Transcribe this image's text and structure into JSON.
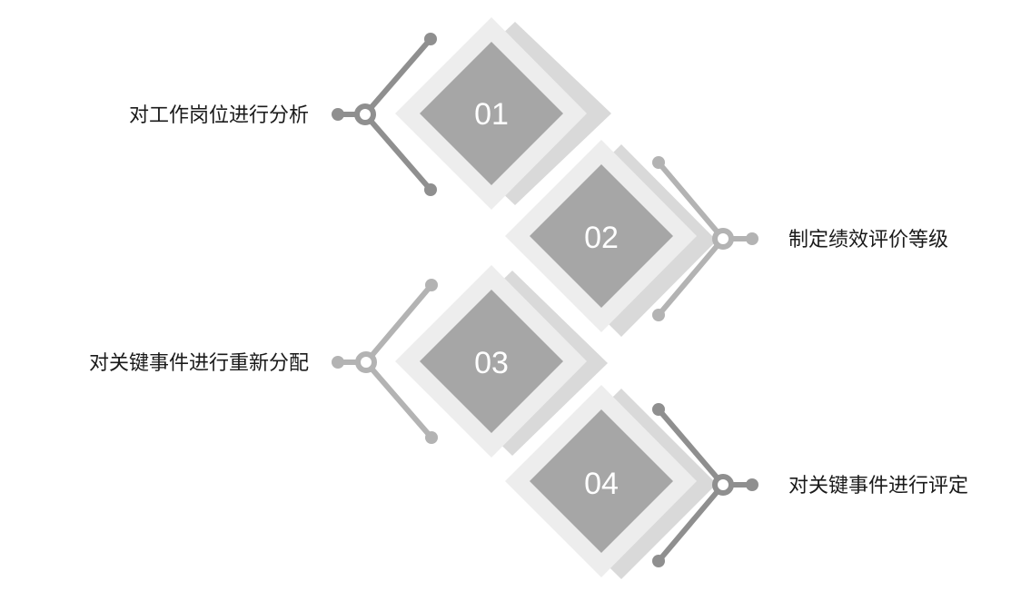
{
  "steps": [
    {
      "number": "01",
      "label": "对工作岗位进行分析",
      "connector_color": "#8f8f8f"
    },
    {
      "number": "02",
      "label": "制定绩效评价等级",
      "connector_color": "#b3b3b3"
    },
    {
      "number": "03",
      "label": "对关键事件进行重新分配",
      "connector_color": "#b3b3b3"
    },
    {
      "number": "04",
      "label": "对关键事件进行评定",
      "connector_color": "#8f8f8f"
    }
  ],
  "colors": {
    "diamond_outer": "#ededed",
    "diamond_shadow": "#d9d9d9",
    "diamond_inner": "#a6a6a6",
    "number_text": "#ffffff",
    "label_text": "#1a1a1a"
  }
}
